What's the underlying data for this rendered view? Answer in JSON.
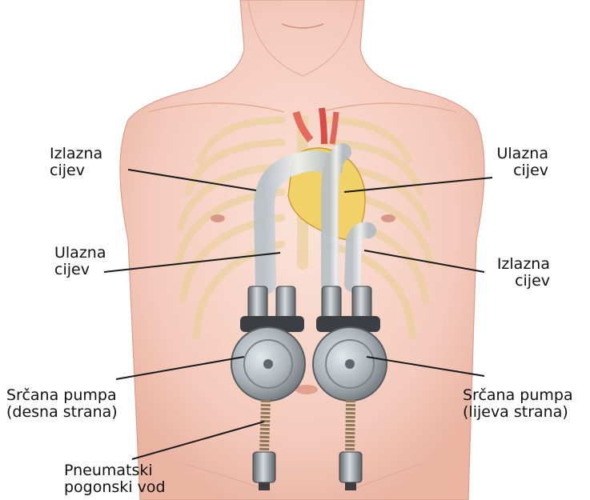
{
  "labels": {
    "outlet_left": {
      "line1": "Izlazna",
      "line2": "cijev"
    },
    "inlet_right": {
      "line1": "Ulazna",
      "line2": "cijev"
    },
    "inlet_left": {
      "line1": "Ulazna",
      "line2": "cijev"
    },
    "outlet_right": {
      "line1": "Izlazna",
      "line2": "cijev"
    },
    "pump_right_side": {
      "line1": "Srčana pumpa",
      "line2": "(desna strana)"
    },
    "pump_left_side": {
      "line1": "Srčana pumpa",
      "line2": "(lijeva strana)"
    },
    "driveline": {
      "line1": "Pneumatski",
      "line2": "pogonski vod"
    }
  },
  "colors": {
    "skin": "#f6d3c6",
    "skin_shadow": "#e8ad9c",
    "rib": "#ecd4a8",
    "tube": "#cfd6dc",
    "heart": "#f2d26a",
    "pump_metal": "#a9b0b6",
    "leader": "#1a1a1a"
  }
}
